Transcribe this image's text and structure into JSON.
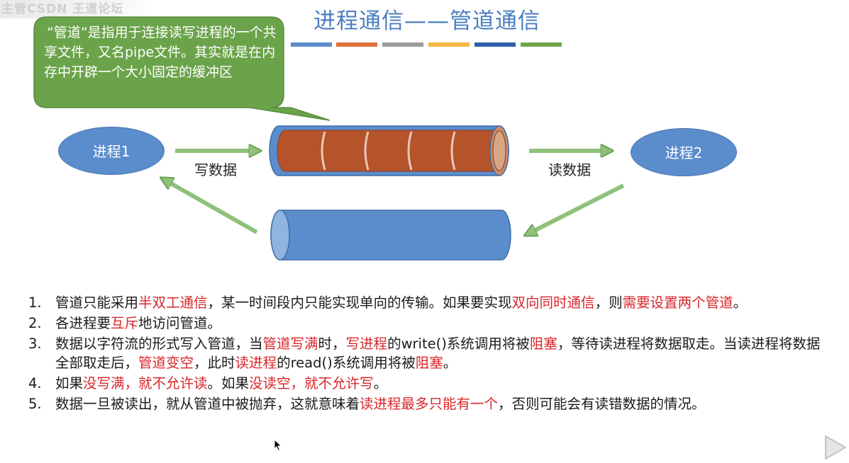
{
  "watermark": "主管CSDN 王道论坛",
  "title": "进程通信——管道通信",
  "title_bar_colors": [
    "#5b8ccc",
    "#e0703c",
    "#9b9b9b",
    "#f4b942",
    "#2f5fa8",
    "#6ea646"
  ],
  "callout": {
    "text": "“管道”是指用于连接读写进程的一个共享文件，又名pipe文件。其实就是在内存中开辟一个大小固定的缓冲区",
    "color": "#6ba34a"
  },
  "diagram": {
    "process1": "进程1",
    "process2": "进程2",
    "write_label": "写数据",
    "read_label": "读数据",
    "pipe_color": "#5b8ccc",
    "data_fill_color": "#b5532b"
  },
  "rules": [
    {
      "num": "1.",
      "parts": [
        {
          "t": "管道只能采用"
        },
        {
          "t": "半双工通信",
          "hl": true
        },
        {
          "t": "，某一时间段内只能实现单向的传输。如果要实现"
        },
        {
          "t": "双向同时通信",
          "hl": true
        },
        {
          "t": "，则"
        },
        {
          "t": "需要设置两个管道",
          "hl": true
        },
        {
          "t": "。"
        }
      ]
    },
    {
      "num": "2.",
      "parts": [
        {
          "t": "各进程要"
        },
        {
          "t": "互斥",
          "hl": true
        },
        {
          "t": "地访问管道。"
        }
      ]
    },
    {
      "num": "3.",
      "parts": [
        {
          "t": "数据以字符流的形式写入管道，当"
        },
        {
          "t": "管道写满",
          "hl": true
        },
        {
          "t": "时，"
        },
        {
          "t": "写进程",
          "hl": true
        },
        {
          "t": "的write()系统调用将被"
        },
        {
          "t": "阻塞",
          "hl": true
        },
        {
          "t": "，等待读进程将数据取走。当读进程将数据全部取走后，"
        },
        {
          "t": "管道变空",
          "hl": true
        },
        {
          "t": "，此时"
        },
        {
          "t": "读进程",
          "hl": true
        },
        {
          "t": "的read()系统调用将被"
        },
        {
          "t": "阻塞",
          "hl": true
        },
        {
          "t": "。"
        }
      ]
    },
    {
      "num": "4.",
      "parts": [
        {
          "t": "如果"
        },
        {
          "t": "没写满，就不允许读",
          "hl": true
        },
        {
          "t": "。如果"
        },
        {
          "t": "没读空，就不允许写",
          "hl": true
        },
        {
          "t": "。"
        }
      ]
    },
    {
      "num": "5.",
      "parts": [
        {
          "t": "数据一旦被读出，就从管道中被抛弃，这就意味着"
        },
        {
          "t": "读进程最多只能有一个",
          "hl": true
        },
        {
          "t": "，否则可能会有读错数据的情况。"
        }
      ]
    }
  ]
}
